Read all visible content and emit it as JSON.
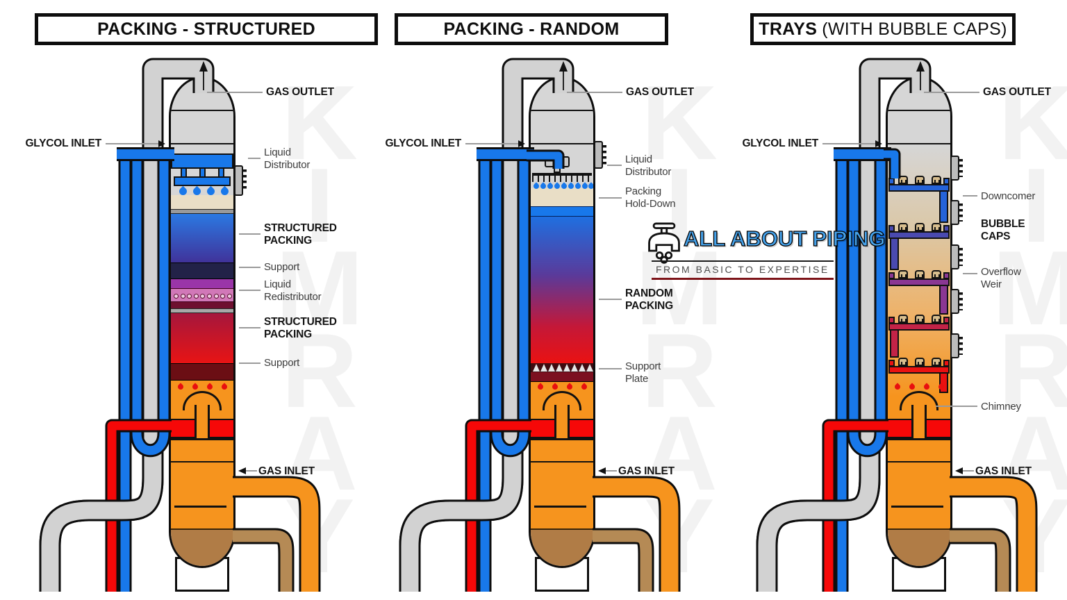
{
  "headers": [
    {
      "title": "PACKING - STRUCTURED"
    },
    {
      "title": "PACKING - RANDOM"
    },
    {
      "title": "TRAYS",
      "note": "(WITH BUBBLE CAPS)"
    }
  ],
  "watermark": "KIMRAY",
  "logo": {
    "brand_primary": "ALL ABOUT",
    "brand_secondary": "PIPING",
    "tagline": "FROM BASIC TO EXPERTISE"
  },
  "palette": {
    "vessel_gray": "#d6d6d6",
    "pipe_gray": "#d2d2d2",
    "glycol_blue": "#1878ea",
    "red": "#f60808",
    "orange": "#f6941e",
    "brown_liquid": "#b07c46",
    "brown_pipe": "#b58a55",
    "beige": "#e9dec6",
    "outline_black": "#111111",
    "leader_gray": "#9a9a9a",
    "packing_blue_top": "#2b79e2",
    "packing_blue_bottom": "#40339a",
    "support_navy": "#222248",
    "purple_band": "#9a35a8",
    "redistributor_pink": "#d178b8",
    "maroon_band": "#6e1030",
    "packing_red_top": "#a5173d",
    "packing_red_bottom": "#e81414",
    "support_dark_red": "#6b0e14",
    "random_packing_gradient": [
      "#1f6fe0",
      "#5a3a9a",
      "#c41838",
      "#ea1212"
    ],
    "tray_colors": [
      "#2563d8",
      "#4a4ab0",
      "#8a3793",
      "#c32347",
      "#ea1111"
    ],
    "tray_interior_mid": "#e3c9a0",
    "bubble_cap_tan": "#d8be8e",
    "flange_gray": "#bcbcbc",
    "logo_blue": "#45a1e9",
    "logo_underline_red": "#7d1419"
  },
  "towers": [
    {
      "id": "packing-structured",
      "labels": [
        {
          "id": "glycol-inlet",
          "text": "GLYCOL INLET"
        },
        {
          "id": "gas-outlet",
          "text": "GAS OUTLET"
        },
        {
          "id": "liquid-distributor",
          "text": "Liquid\nDistributor"
        },
        {
          "id": "structured-packing-upper",
          "text": "STRUCTURED\nPACKING"
        },
        {
          "id": "support-upper",
          "text": "Support"
        },
        {
          "id": "liquid-redistributor",
          "text": "Liquid\nRedistributor"
        },
        {
          "id": "structured-packing-lower",
          "text": "STRUCTURED\nPACKING"
        },
        {
          "id": "support-lower",
          "text": "Support"
        },
        {
          "id": "gas-inlet",
          "text": "GAS INLET"
        }
      ]
    },
    {
      "id": "packing-random",
      "labels": [
        {
          "id": "glycol-inlet",
          "text": "GLYCOL INLET"
        },
        {
          "id": "gas-outlet",
          "text": "GAS OUTLET"
        },
        {
          "id": "liquid-distributor",
          "text": "Liquid\nDistributor"
        },
        {
          "id": "packing-hold-down",
          "text": "Packing\nHold-Down"
        },
        {
          "id": "random-packing",
          "text": "RANDOM\nPACKING"
        },
        {
          "id": "support-plate",
          "text": "Support\nPlate"
        },
        {
          "id": "gas-inlet",
          "text": "GAS INLET"
        }
      ]
    },
    {
      "id": "trays-bubble-caps",
      "labels": [
        {
          "id": "glycol-inlet",
          "text": "GLYCOL INLET"
        },
        {
          "id": "gas-outlet",
          "text": "GAS OUTLET"
        },
        {
          "id": "downcomer",
          "text": "Downcomer"
        },
        {
          "id": "bubble-caps",
          "text": "BUBBLE\nCAPS"
        },
        {
          "id": "overflow-weir",
          "text": "Overflow\nWeir"
        },
        {
          "id": "chimney",
          "text": "Chimney"
        },
        {
          "id": "gas-inlet",
          "text": "GAS INLET"
        }
      ]
    }
  ]
}
